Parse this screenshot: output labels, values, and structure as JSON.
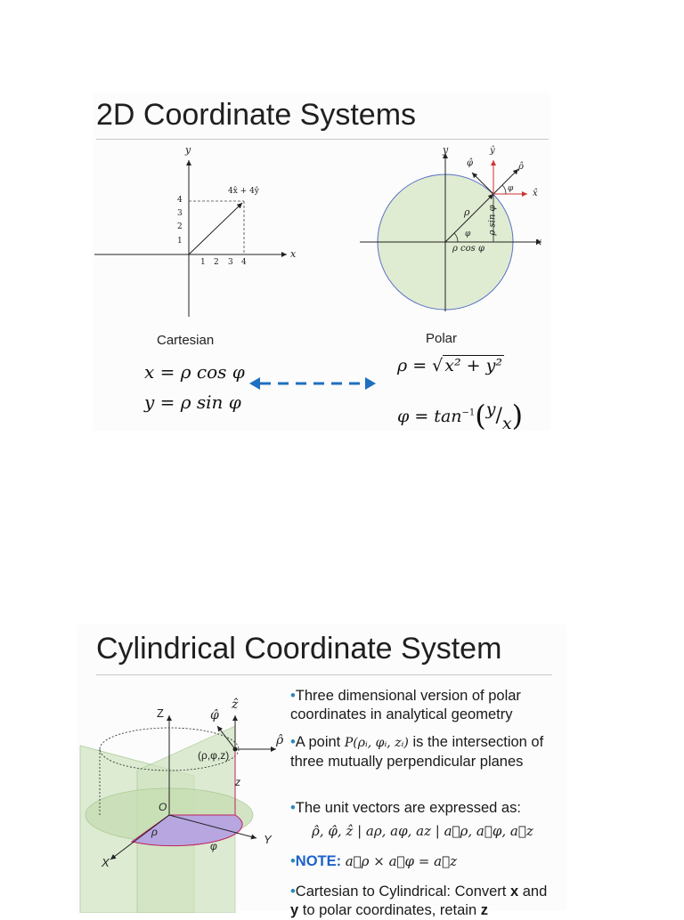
{
  "slide1": {
    "title": "2D Coordinate Systems",
    "cartesian": {
      "caption": "Cartesian",
      "axis_x": "x",
      "axis_y": "y",
      "ticks_x": [
        "1",
        "2",
        "3",
        "4"
      ],
      "ticks_y": [
        "1",
        "2",
        "3",
        "4"
      ],
      "vector_label": "4x̂ + 4ŷ",
      "eq1": "x = ρ cos φ",
      "eq2": "y = ρ sin φ"
    },
    "polar": {
      "caption": "Polar",
      "axis_x": "x",
      "axis_y": "y",
      "rho_label": "ρ",
      "phi_label": "φ",
      "rcos_label": "ρ cos φ",
      "rsin_label": "ρ sin φ",
      "phihat": "φ̂",
      "yhat": "ŷ",
      "xhat": "x̂",
      "rhohat": "ρ̂",
      "phi_small": "φ",
      "eq1_lhs": "ρ = ",
      "eq1_rad": "x² + y²",
      "eq2_lhs": "φ = tan",
      "eq2_sup": "−1",
      "eq2_num": "y",
      "eq2_den": "x"
    },
    "arrow_color": "#1f6fc0"
  },
  "slide2": {
    "title": "Cylindrical Coordinate System",
    "diagram": {
      "z_axis": "Z",
      "x_axis": "X",
      "y_axis": "Y",
      "origin": "O",
      "point_label": "(ρ,φ,z)",
      "rho": "ρ",
      "phi": "φ",
      "z": "z",
      "phihat": "φ̂",
      "zhat": "ẑ",
      "rhohat": "ρ̂"
    },
    "bullets": {
      "b1": "Three dimensional version of polar coordinates in analytical geometry",
      "b2_pre": "A point",
      "b2_math": "P(ρᵢ, φᵢ, zᵢ)",
      "b2_post": "is the intersection of three mutually perpendicular planes",
      "b3": "The unit vectors are expressed as:",
      "b3_math": "ρ̂, φ̂, ẑ  |  aρ, aφ, az  |  a⃗ρ, a⃗φ, a⃗z",
      "b4_note": "NOTE:",
      "b4_math": "a⃗ρ × a⃗φ = a⃗z",
      "b5_pre": "Cartesian to Cylindrical: Convert",
      "b5_x": "x",
      "b5_mid": "and",
      "b5_y": "y",
      "b5_post": "to polar coordinates, retain",
      "b5_z": "z"
    }
  }
}
